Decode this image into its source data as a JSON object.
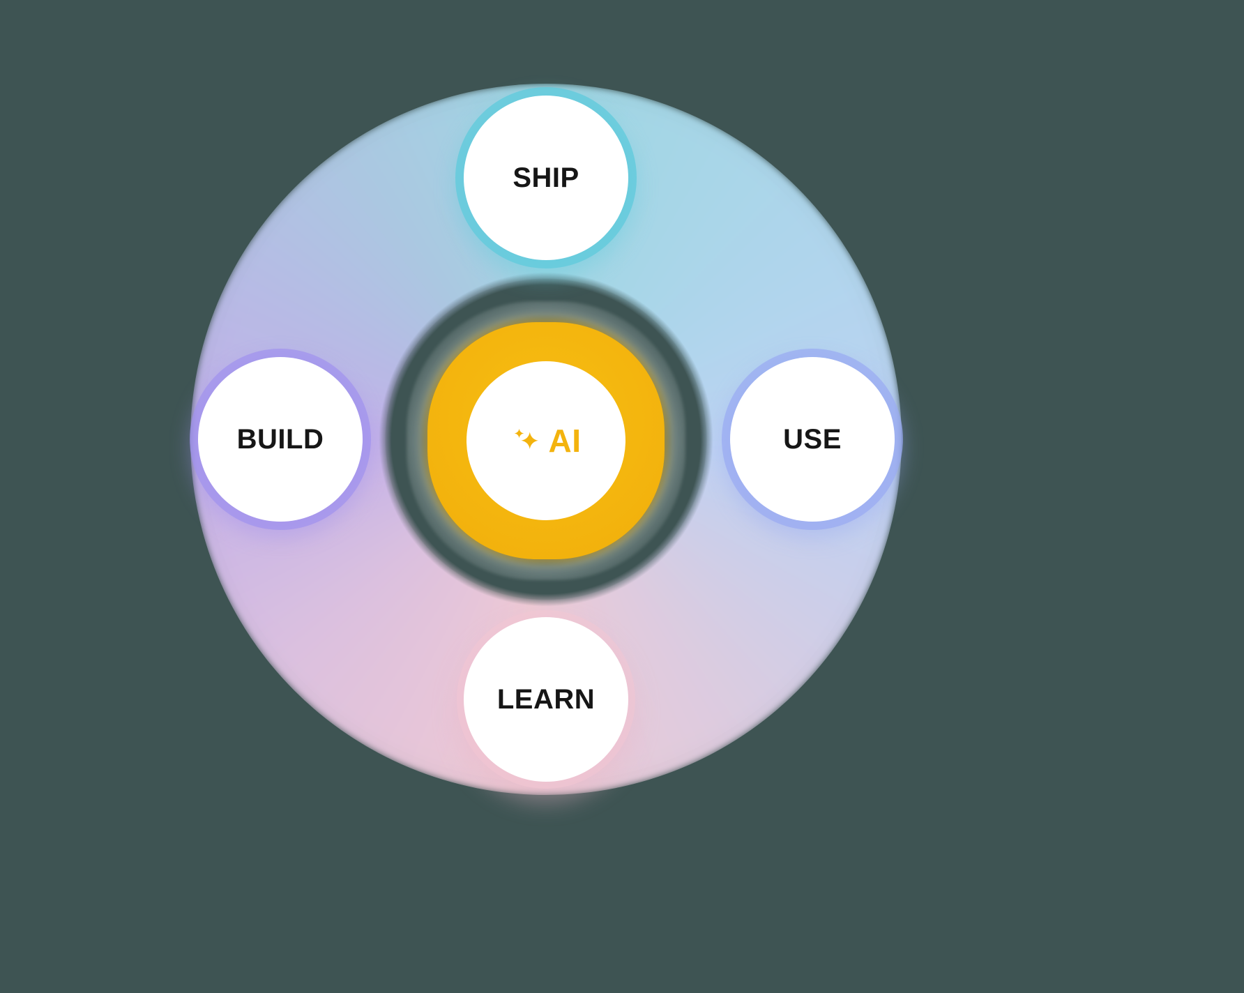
{
  "diagram": {
    "center": {
      "label": "AI",
      "icon": "sparkle-icon",
      "color": "#F3B30E"
    },
    "nodes": [
      {
        "id": "ship",
        "label": "SHIP",
        "position": "top",
        "glow_color": "#62CBDC"
      },
      {
        "id": "use",
        "label": "USE",
        "position": "right",
        "glow_color": "#98A9F2"
      },
      {
        "id": "learn",
        "label": "LEARN",
        "position": "bottom",
        "glow_color": "#F2C6D4"
      },
      {
        "id": "build",
        "label": "BUILD",
        "position": "left",
        "glow_color": "#A092EE"
      }
    ],
    "cycle_order": [
      "BUILD",
      "SHIP",
      "USE",
      "LEARN"
    ]
  },
  "colors": {
    "background": "#3E5453",
    "gold": "#F3B30E",
    "label": "#161616",
    "node-fill": "#FFFFFF",
    "ring-top": "#A2DAE7",
    "ring-right": "#C2D5F7",
    "ring-bottom": "#F3CDD8",
    "ring-left": "#C6B3ED"
  }
}
